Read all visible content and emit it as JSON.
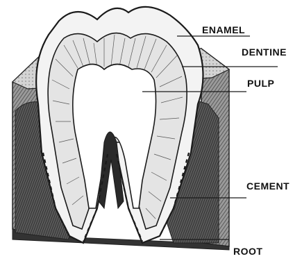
{
  "diagram": {
    "labels": {
      "enamel": "ENAMEL",
      "dentine": "DENTINE",
      "pulp": "PULP",
      "cement": "CEMENT",
      "root": "ROOT"
    },
    "colors": {
      "ink": "#1a1a1a",
      "paper": "#ffffff",
      "shade_dark": "#3a3a3a",
      "shade_mid": "#7a7a7a",
      "shade_light": "#c8c8c8"
    }
  }
}
